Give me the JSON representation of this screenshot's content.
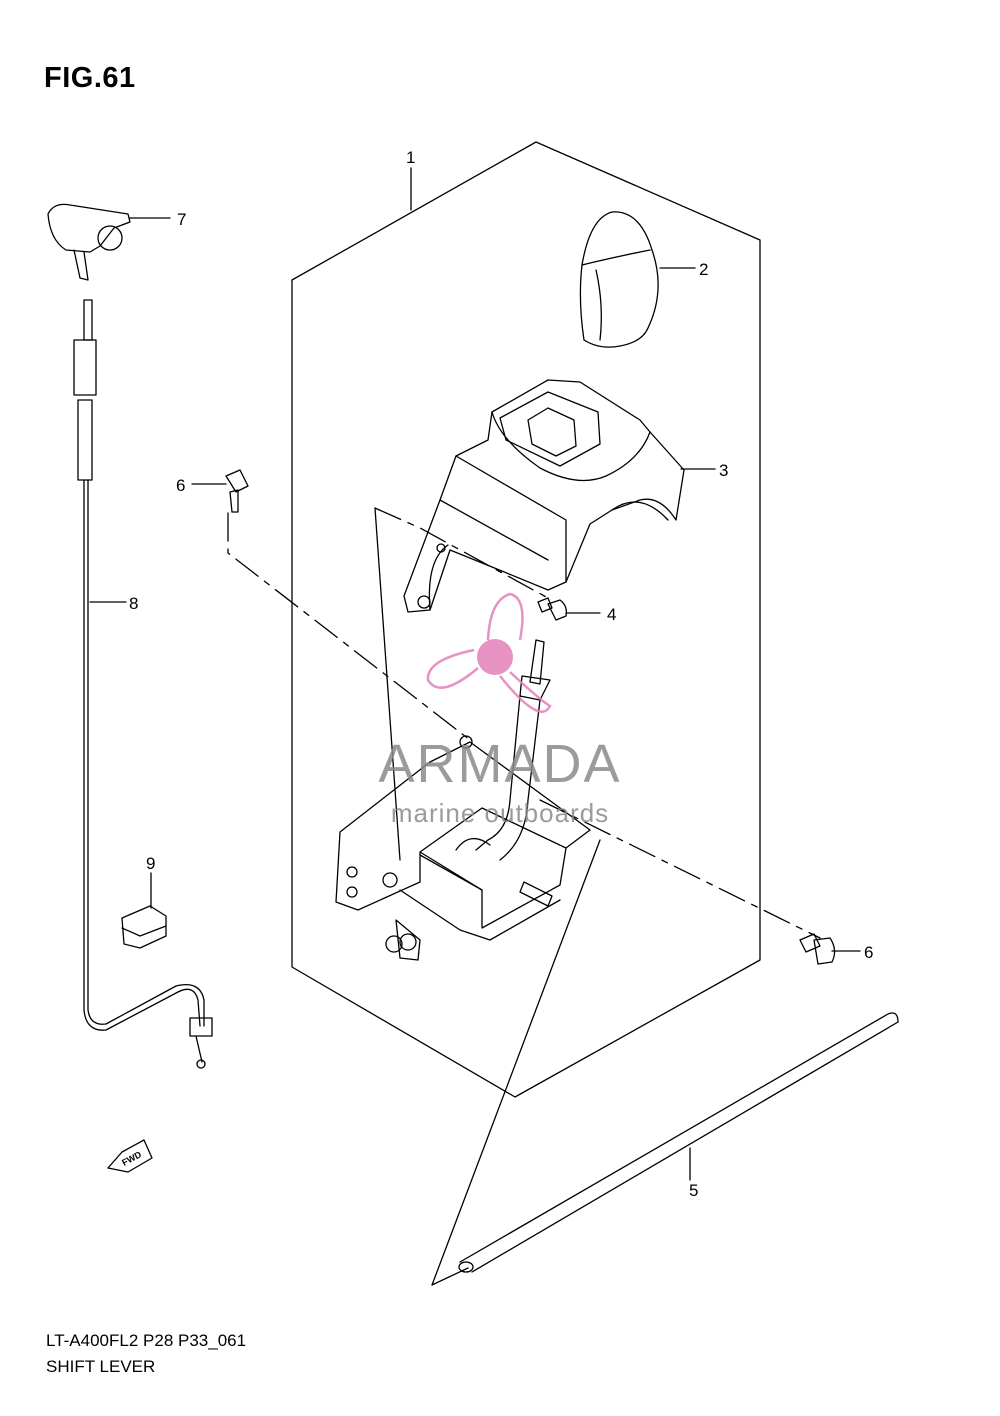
{
  "figure": {
    "title": "FIG.61"
  },
  "callouts": {
    "c1": "1",
    "c2": "2",
    "c3": "3",
    "c4": "4",
    "c5": "5",
    "c6a": "6",
    "c6b": "6",
    "c7": "7",
    "c8": "8",
    "c9": "9"
  },
  "fwd_arrow": {
    "label": "FWD"
  },
  "watermark": {
    "brand": "ARMADA",
    "tagline": "marine outboards",
    "brand_color": "#8a8a8a",
    "logo_color": "#e27fb8"
  },
  "footer": {
    "model_code": "LT-A400FL2 P28 P33_061",
    "section": "SHIFT LEVER"
  }
}
